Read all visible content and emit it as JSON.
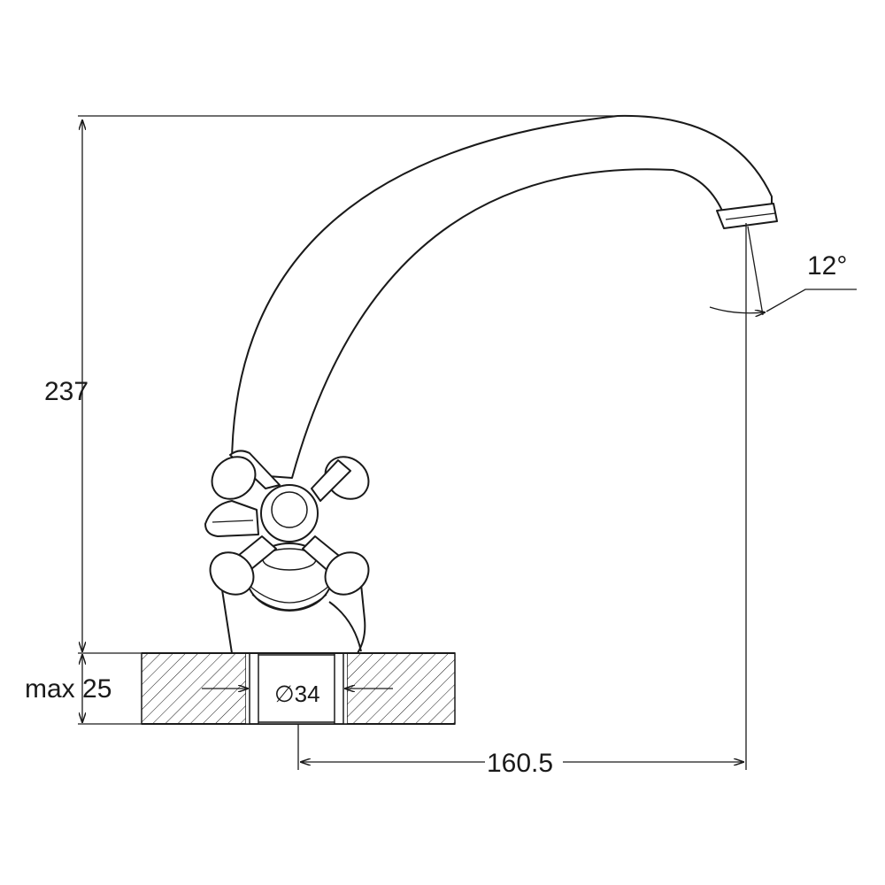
{
  "dimensions": {
    "height_total": "237",
    "deck_thickness": "max 25",
    "hole_diameter": "34",
    "spout_reach": "160.5",
    "spout_angle": "12°"
  },
  "symbols": {
    "diameter": "∅"
  },
  "colors": {
    "line": "#1a1a1a",
    "background": "#ffffff"
  }
}
